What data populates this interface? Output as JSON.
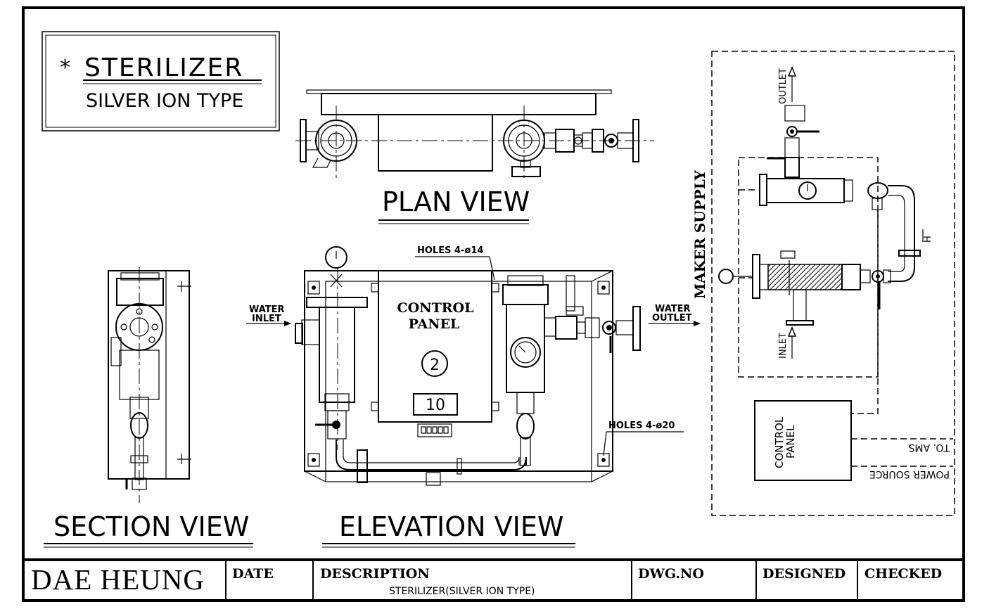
{
  "title_box": {
    "marker": "*",
    "title": "STERILIZER",
    "subtitle": "SILVER ION TYPE"
  },
  "views": {
    "plan": "PLAN VIEW",
    "section": "SECTION VIEW",
    "elevation": "ELEVATION VIEW"
  },
  "elevation_labels": {
    "holes_top": "HOLES 4-ø14",
    "holes_bottom": "HOLES 4-ø20",
    "water_inlet_1": "WATER",
    "water_inlet_2": "INLET",
    "water_outlet_1": "WATER",
    "water_outlet_2": "OUTLET",
    "control_1": "CONTROL",
    "control_2": "PANEL",
    "circle_num": "2",
    "display_num": "10"
  },
  "schematic": {
    "maker_supply": "MAKER SUPPLY",
    "outlet": "OUTLET",
    "inlet": "INLET",
    "control_1": "CONTROL",
    "control_2": "PANEL",
    "to_ams": "TO. AMS",
    "power_source": "POWER SOURCE",
    "h_mark": "H"
  },
  "title_block": {
    "company": "DAE HEUNG",
    "date_label": "DATE",
    "description_label": "DESCRIPTION",
    "description_value": "STERILIZER(SILVER ION TYPE)",
    "dwg_label": "DWG.NO",
    "designed_label": "DESIGNED",
    "checked_label": "CHECKED"
  }
}
